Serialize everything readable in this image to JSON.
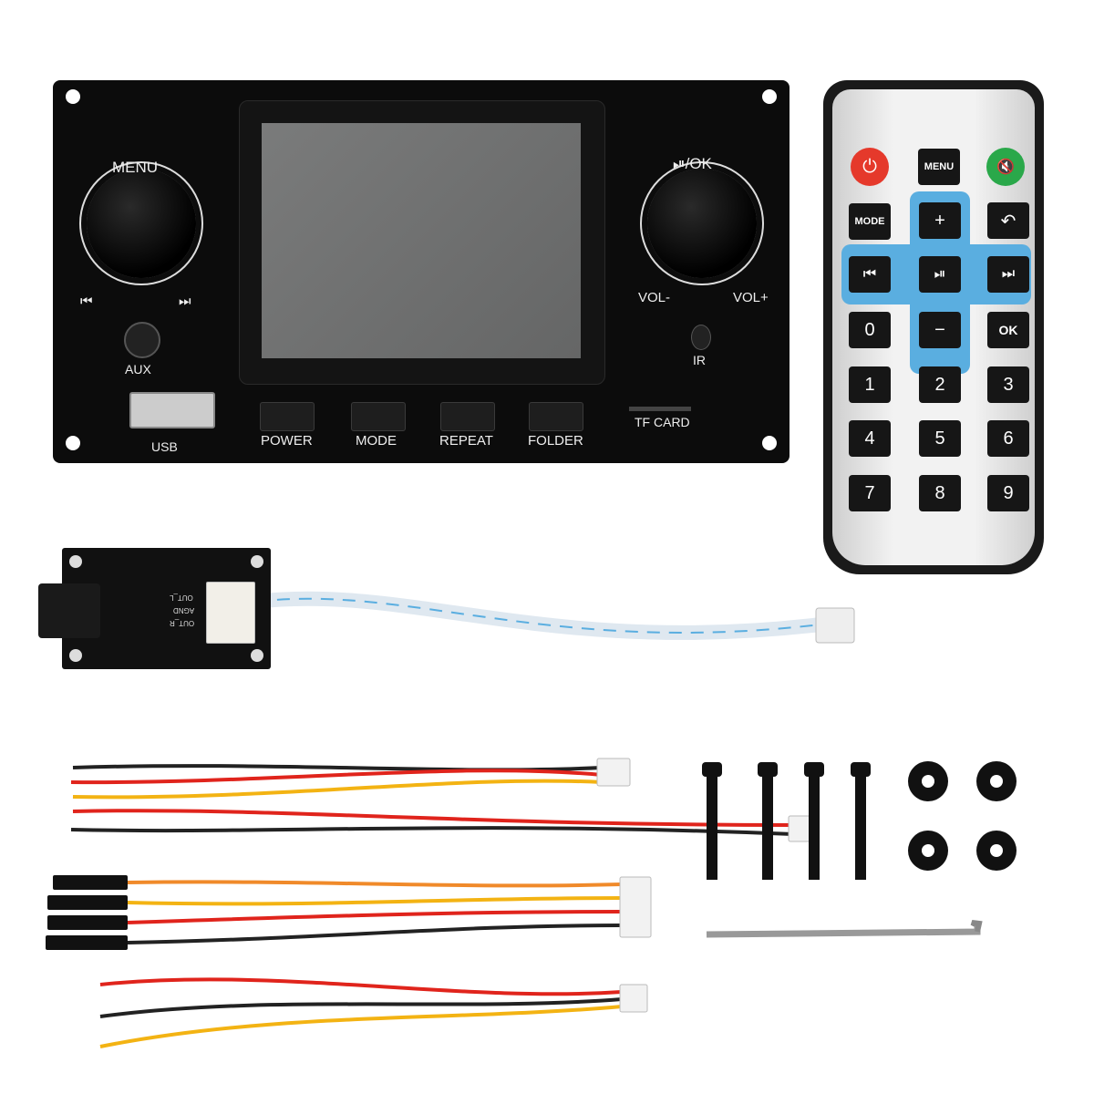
{
  "main_panel": {
    "menu_label": "MENU",
    "prev_label": "⏮",
    "next_label": "⏭",
    "aux_label": "AUX",
    "usb_label": "USB",
    "play_ok_label": "⏯/OK",
    "vol_minus_label": "VOL-",
    "vol_plus_label": "VOL+",
    "ir_label": "IR",
    "tf_card_label": "TF CARD",
    "buttons": [
      "POWER",
      "MODE",
      "REPEAT",
      "FOLDER"
    ]
  },
  "remote": {
    "keys": [
      "⏻",
      "MENU",
      "🔇",
      "MODE",
      "+",
      "↶",
      "⏮",
      "⏯",
      "⏭",
      "0",
      "−",
      "OK",
      "1",
      "2",
      "3",
      "4",
      "5",
      "6",
      "7",
      "8",
      "9"
    ],
    "colors": {
      "power": "#e5392b",
      "mute": "#2aa84a",
      "dpad": "#5aaee0"
    }
  },
  "audio_board": {
    "pins": [
      "OUT_L",
      "AGND",
      "OUT_R"
    ]
  }
}
